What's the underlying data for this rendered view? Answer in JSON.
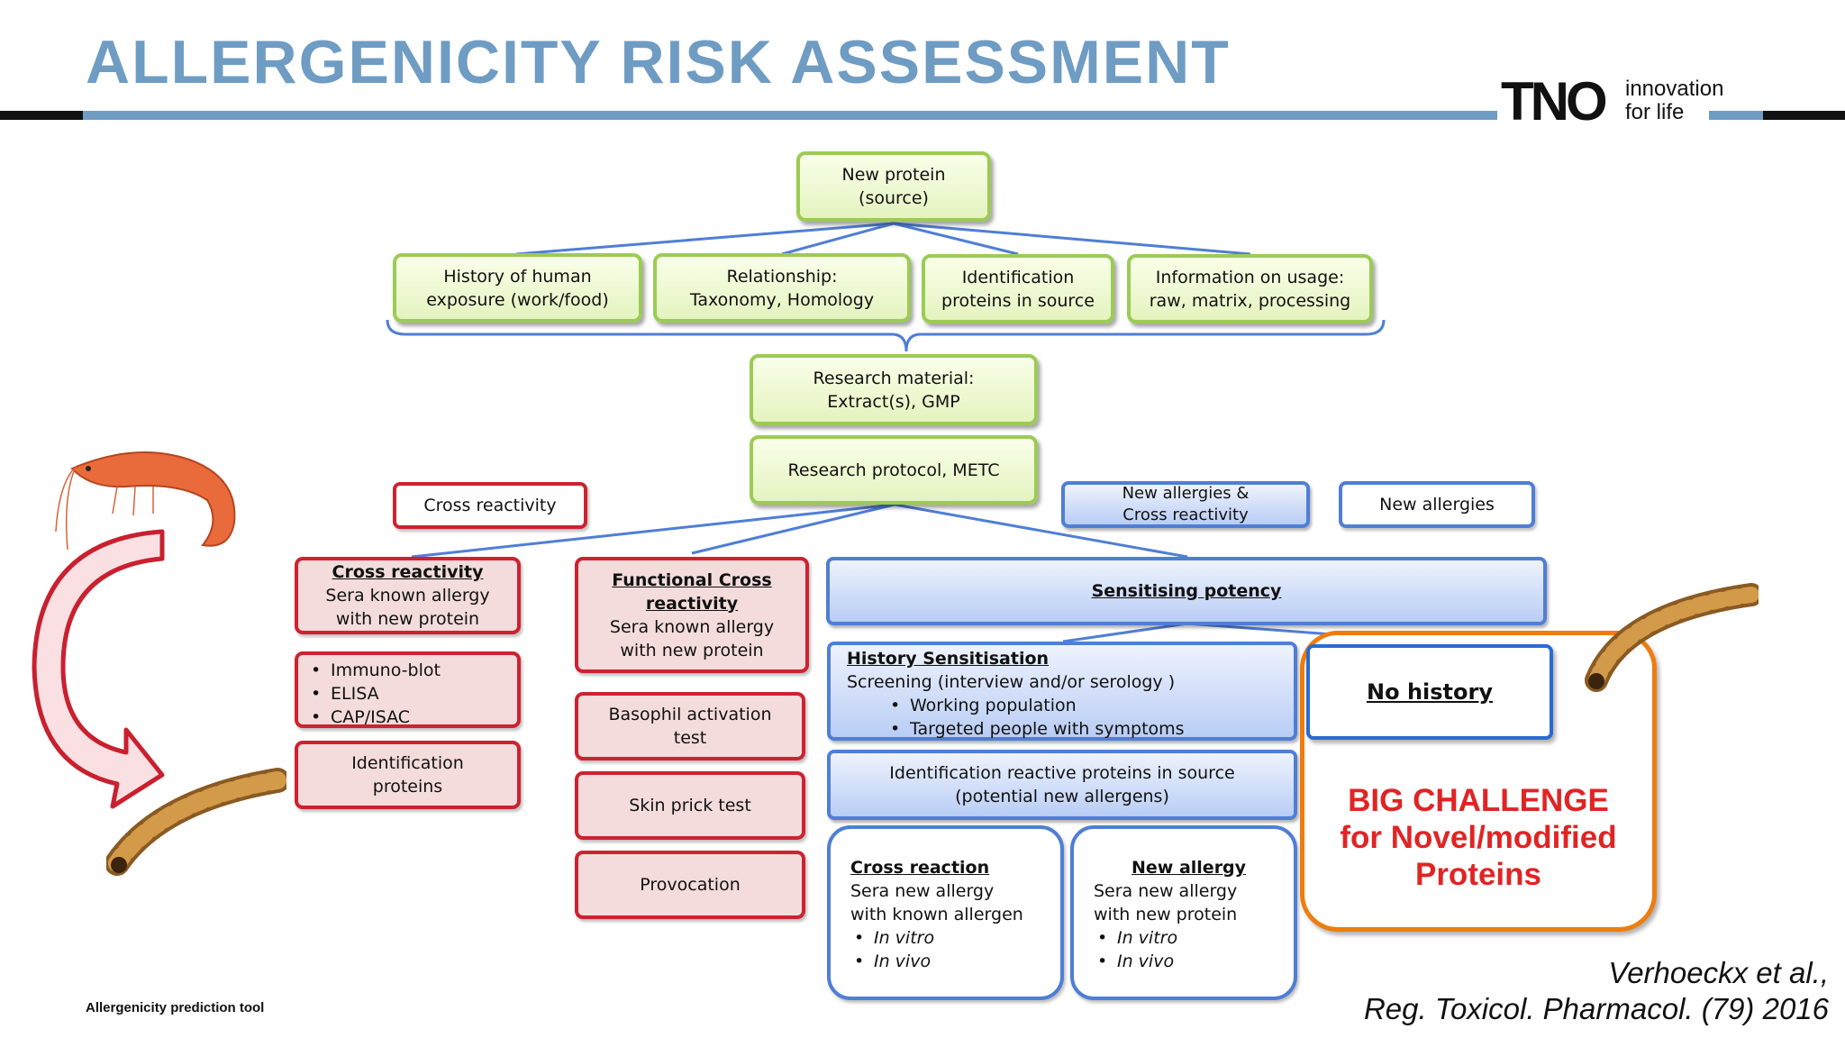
{
  "slide": {
    "title": "ALLERGENICITY RISK ASSESSMENT",
    "logo": {
      "wordmark": "TNO",
      "tagline_1": "innovation",
      "tagline_2": "for life"
    },
    "footer_left": "Allergenicity prediction tool",
    "citation_1": "Verhoeckx et al.,",
    "citation_2": "Reg. Toxicol. Pharmacol. (79) 2016"
  },
  "colors": {
    "title": "#6f9cc3",
    "green_border": "#9ccb55",
    "red_border": "#cd2230",
    "blue_border": "#4f7ed6",
    "orange": "#ed7d0e",
    "challenge_text": "#e02424"
  },
  "top": {
    "new_protein": [
      "New  protein",
      "(source)"
    ],
    "history": [
      "History of human",
      "exposure (work/food)"
    ],
    "relationship": [
      "Relationship:",
      "Taxonomy, Homology"
    ],
    "identification": [
      "Identification",
      "proteins in source"
    ],
    "usage": [
      "Information on usage:",
      "raw, matrix, processing"
    ],
    "research_material": [
      "Research material:",
      "Extract(s), GMP"
    ],
    "research_protocol": "Research protocol, METC"
  },
  "cross_col": {
    "header": "Cross reactivity",
    "title": "Cross reactivity",
    "desc": [
      "Sera known allergy",
      "with new protein"
    ],
    "methods": [
      "Immuno-blot",
      "ELISA",
      "CAP/ISAC"
    ],
    "identification": [
      "Identification",
      "proteins"
    ]
  },
  "functional_col": {
    "title": [
      "Functional Cross",
      "reactivity"
    ],
    "desc": [
      "Sera  known allergy",
      "with new protein"
    ],
    "basophil": [
      "Basophil activation",
      "test"
    ],
    "skin": "Skin prick test",
    "provocation": "Provocation"
  },
  "blue_col": {
    "header_mid": [
      "New allergies &",
      "Cross reactivity"
    ],
    "header_right": "New allergies",
    "sensitising": "Sensitising potency",
    "history_title": "History Sensitisation",
    "history_desc": "Screening (interview and/or serology )",
    "history_items": [
      "Working population",
      "Targeted people with symptoms"
    ],
    "identification": [
      "Identification reactive proteins in source",
      "(potential new allergens)"
    ],
    "cross_reaction": {
      "title": "Cross reaction",
      "desc": [
        "Sera new allergy",
        "with known allergen"
      ],
      "items": [
        "In vitro",
        "In vivo"
      ]
    },
    "new_allergy": {
      "title": "New allergy",
      "desc": [
        "Sera new allergy",
        "with new protein"
      ],
      "items": [
        "In vitro",
        "In vivo"
      ]
    },
    "no_history": "No history",
    "challenge": [
      "BIG CHALLENGE",
      "for Novel/modified",
      "Proteins"
    ]
  },
  "illustrations": [
    "shrimp",
    "mealworm",
    "mealworm",
    "curved-arrow"
  ]
}
